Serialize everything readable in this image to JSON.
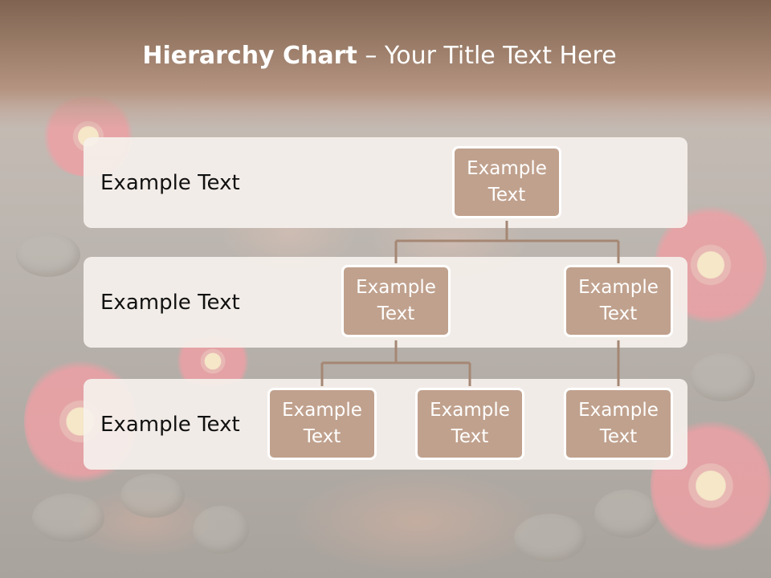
{
  "title": {
    "bold": "Hierarchy Chart",
    "rest": " – Your Title Text Here"
  },
  "levels": [
    {
      "label": "Example Text"
    },
    {
      "label": "Example Text"
    },
    {
      "label": "Example Text"
    }
  ],
  "nodes": {
    "root": "Example Text",
    "level2_left": "Example Text",
    "level2_right": "Example Text",
    "level3_a": "Example Text",
    "level3_b": "Example Text",
    "level3_c": "Example Text"
  },
  "colors": {
    "header": "#9d7f6b",
    "node_fill": "#c0a18d",
    "node_border": "#ffffff",
    "connector": "#a58774",
    "band": "#f5f0ec"
  },
  "icons": [
    "flower-decoration",
    "pebble-decoration"
  ]
}
